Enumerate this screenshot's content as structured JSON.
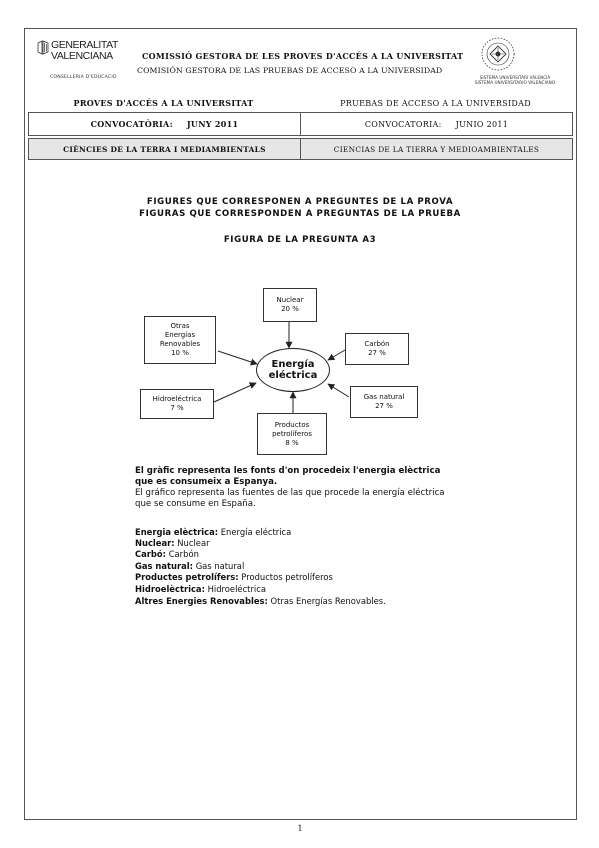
{
  "header": {
    "gva_line1": "GENERALITAT",
    "gva_line2": "VALENCIANA",
    "gva_sub": "CONSELLERIA D'EDUCACIÓ",
    "title_ca": "COMISSIÓ GESTORA DE LES PROVES D'ACCÉS A LA UNIVERSITAT",
    "title_es": "COMISIÓN GESTORA DE LAS PRUEBAS DE ACCESO A LA UNIVERSIDAD",
    "seal_sub_line1": "SISTEMA UNIVERSITARI VALENCIÀ",
    "seal_sub_line2": "SISTEMA UNIVERSITARIO VALENCIANO"
  },
  "table": {
    "proves_ca": "PROVES D'ACCÉS A LA UNIVERSITAT",
    "proves_es": "PRUEBAS DE ACCESO A LA UNIVERSIDAD",
    "conv_ca_label": "CONVOCATÒRIA:",
    "conv_ca_value": "JUNY 2011",
    "conv_es_label": "CONVOCATORIA:",
    "conv_es_value": "JUNIO 2011",
    "subject_ca": "CIÈNCIES DE LA TERRA I MEDIAMBIENTALS",
    "subject_es": "CIENCIAS DE LA TIERRA Y MEDIOAMBIENTALES"
  },
  "titles": {
    "line1": "FIGURES QUE CORRESPONEN A PREGUNTES DE LA PROVA",
    "line2": "FIGURAS QUE CORRESPONDEN A PREGUNTAS DE LA PRUEBA",
    "figure": "FIGURA DE LA PREGUNTA A3"
  },
  "diagram": {
    "center_line1": "Energía",
    "center_line2": "eléctrica",
    "nuclear": {
      "label": "Nuclear",
      "value": "20 %"
    },
    "renovables": {
      "label1": "Otras",
      "label2": "Energías",
      "label3": "Renovables",
      "value": "10 %"
    },
    "carbon": {
      "label": "Carbón",
      "value": "27 %"
    },
    "hidro": {
      "label": "Hidroeléctrica",
      "value": "7 %"
    },
    "gas": {
      "label": "Gas natural",
      "value": "27 %"
    },
    "petroleo": {
      "label1": "Productos",
      "label2": "petrolíferos",
      "value": "8 %"
    }
  },
  "description": {
    "ca_line1": "El gràfic representa les fonts d'on procedeix l'energia elèctrica",
    "ca_line2": "que es consumeix a Espanya.",
    "es_line1": "El gráfico representa las fuentes de las que procede la energía eléctrica",
    "es_line2": "que se consume en España."
  },
  "legend": [
    {
      "key": "Energia elèctrica:",
      "value": "Energía eléctrica"
    },
    {
      "key": "Nuclear:",
      "value": "Nuclear"
    },
    {
      "key": "Carbó:",
      "value": "Carbón"
    },
    {
      "key": "Gas natural:",
      "value": "Gas natural"
    },
    {
      "key": "Productes petrolífers:",
      "value": "Productos petrolíferos"
    },
    {
      "key": "Hidroelèctrica:",
      "value": "Hidroeléctrica"
    },
    {
      "key": "Altres Energies Renovables:",
      "value": "Otras Energías Renovables."
    }
  ],
  "page_number": "1"
}
